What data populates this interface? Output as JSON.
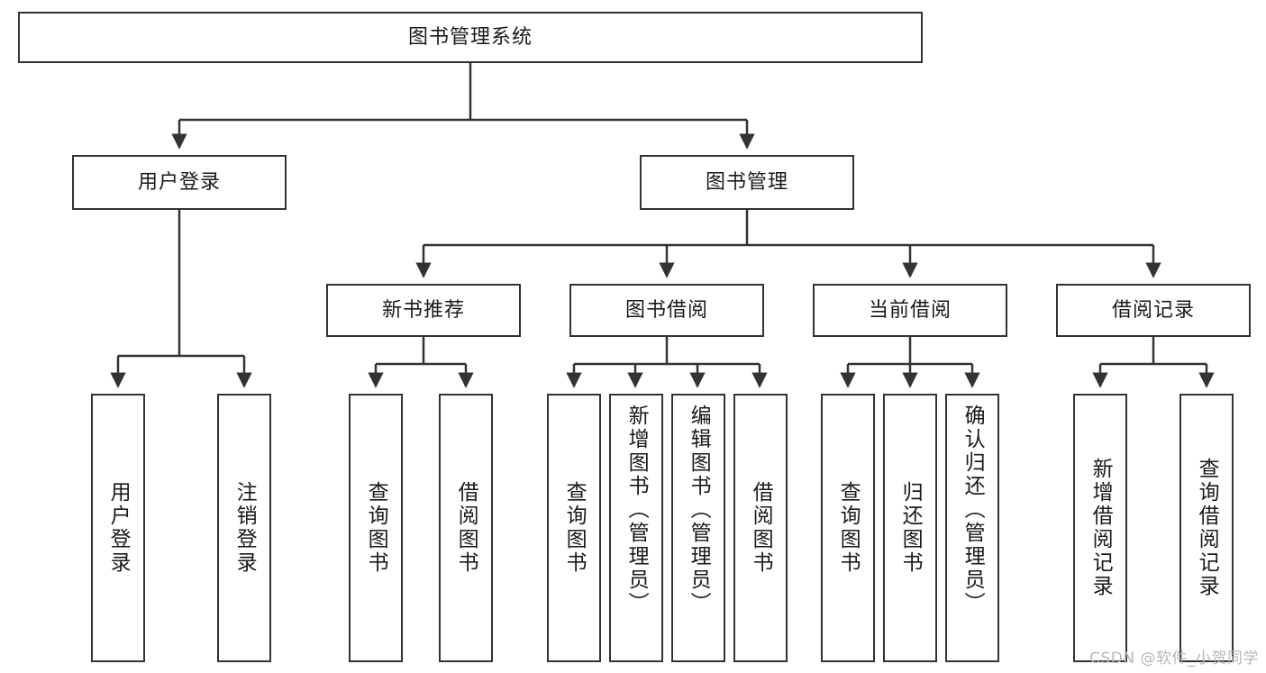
{
  "diagram": {
    "title": "图书管理系统",
    "type": "tree-hierarchy-diagram",
    "colors": {
      "box_border": "#333333",
      "box_fill": "#ffffff",
      "edge": "#333333",
      "text": "#1a1a1a",
      "watermark": "#b8b8b8",
      "background": "#ffffff"
    },
    "watermark": "CSDN @软件_小贺同学",
    "root": {
      "label": "图书管理系统"
    },
    "level2": [
      {
        "label": "用户登录"
      },
      {
        "label": "图书管理"
      }
    ],
    "level3": [
      {
        "label": "新书推荐"
      },
      {
        "label": "图书借阅"
      },
      {
        "label": "当前借阅"
      },
      {
        "label": "借阅记录"
      }
    ],
    "leaves": {
      "user_login": [
        {
          "label": "用户登录"
        },
        {
          "label": "注销登录"
        }
      ],
      "new_book_recommend": [
        {
          "label": "查询图书"
        },
        {
          "label": "借阅图书"
        }
      ],
      "book_borrow": [
        {
          "label": "查询图书"
        },
        {
          "label": "新增图书（管理员）"
        },
        {
          "label": "编辑图书（管理员）"
        },
        {
          "label": "借阅图书"
        }
      ],
      "current_borrow": [
        {
          "label": "查询图书"
        },
        {
          "label": "归还图书"
        },
        {
          "label": "确认归还（管理员）"
        }
      ],
      "borrow_record": [
        {
          "label": "新增借阅记录"
        },
        {
          "label": "查询借阅记录"
        }
      ]
    }
  }
}
